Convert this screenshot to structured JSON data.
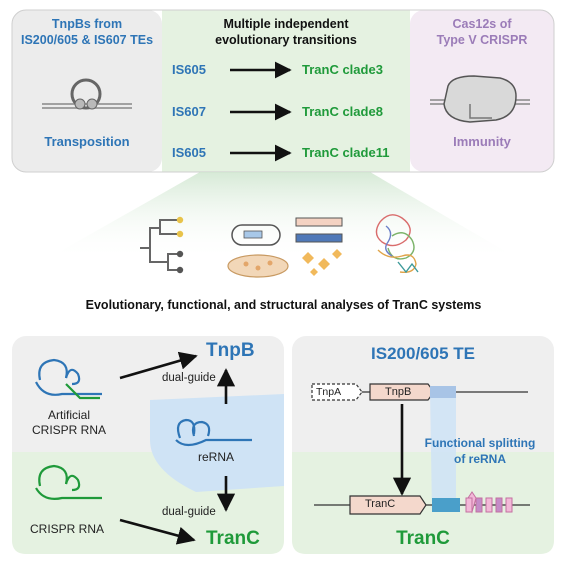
{
  "colors": {
    "blue": "#2e75b6",
    "green": "#1f9a3a",
    "purple": "#9b7cb8",
    "black": "#111111"
  },
  "top_left": {
    "title_line1": "TnpBs from",
    "title_line2": "IS200/605 & IS607 TEs",
    "caption": "Transposition"
  },
  "top_middle": {
    "title_line1": "Multiple independent",
    "title_line2": "evolutionary transitions",
    "rows": [
      {
        "from": "IS605",
        "to": "TranC clade3"
      },
      {
        "from": "IS607",
        "to": "TranC clade8"
      },
      {
        "from": "IS605",
        "to": "TranC clade11"
      }
    ]
  },
  "top_right": {
    "title_line1": "Cas12s of",
    "title_line2": "Type V CRISPR",
    "caption": "Immunity"
  },
  "middle": {
    "icons": [
      "phylogenetic-tree-icon",
      "functional-assay-icon",
      "protein-structure-icon"
    ],
    "caption": "Evolutionary, functional, and structural analyses of TranC systems"
  },
  "bottom_left": {
    "tnpb_label": "TnpB",
    "tranc_label": "TranC",
    "artificial_line1": "Artificial",
    "artificial_line2": "CRISPR RNA",
    "crispr_label": "CRISPR RNA",
    "rerna_label": "reRNA",
    "dual_guide_top": "dual-guide",
    "dual_guide_bottom": "dual-guide"
  },
  "bottom_right": {
    "title": "IS200/605 TE",
    "tnpa_label": "TnpA",
    "tnpb_label": "TnpB",
    "tranc_gene_label": "TranC",
    "splitting_line1": "Functional splitting",
    "splitting_line2": "of reRNA",
    "tranc_label": "TranC"
  }
}
